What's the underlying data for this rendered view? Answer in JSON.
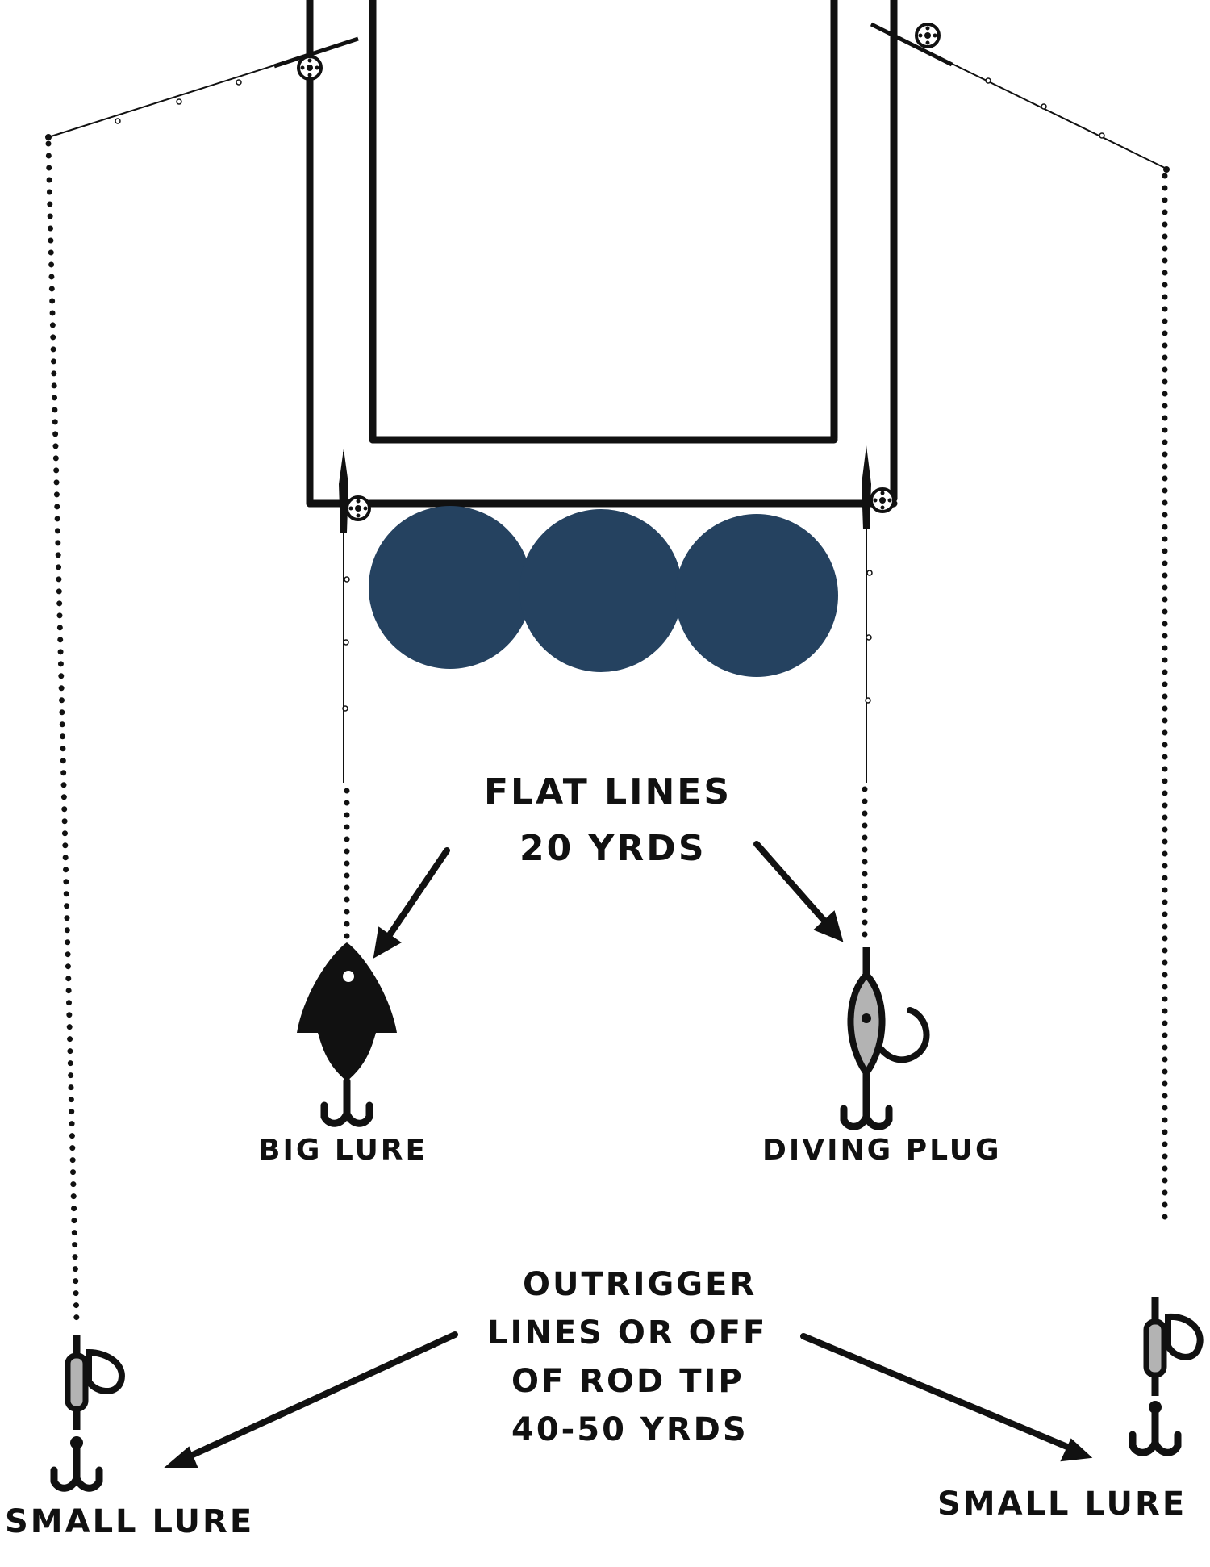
{
  "labels": {
    "flat_lines": [
      "FLAT LINES",
      "20 YRDS"
    ],
    "big_lure": "BIG LURE",
    "diving_plug": "DIVING PLUG",
    "outrigger": [
      "OUTRIGGER",
      "LINES OR OFF",
      "OF ROD TIP",
      "40-50 YRDS"
    ],
    "small_lure_left": "SMALL LURE",
    "small_lure_right": "SMALL LURE"
  },
  "colors": {
    "ink": "#111111",
    "motors": "#254260",
    "lure_body": "#b3b3b3"
  },
  "icons": [
    "fishing-rod-icon",
    "reel-icon",
    "fish-lure-icon",
    "diving-plug-icon",
    "small-lure-icon",
    "treble-hook-icon",
    "arrow-icon"
  ]
}
